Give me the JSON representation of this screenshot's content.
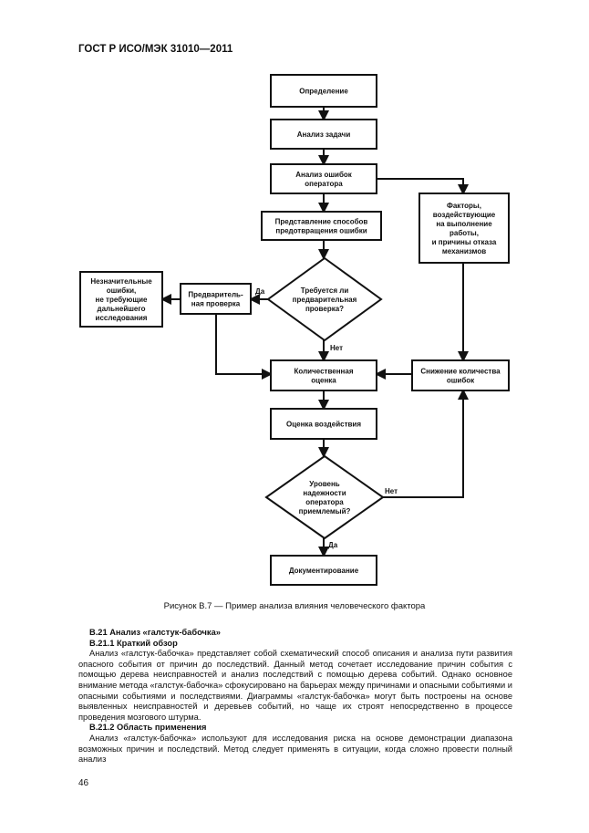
{
  "header": "ГОСТ Р ИСО/МЭК 31010—2011",
  "flowchart": {
    "definition": [
      "Определение"
    ],
    "task_analysis": [
      "Анализ задачи"
    ],
    "operator_error_analysis": [
      "Анализ ошибок",
      "оператора"
    ],
    "factors": [
      "Факторы,",
      "воздействующие",
      "на выполнение",
      "работы,",
      "и причины отказа",
      "механизмов"
    ],
    "error_prevention": [
      "Представление способов",
      "предотвращения ошибки"
    ],
    "decision_screening": [
      "Требуется ли",
      "предварительная",
      "проверка?"
    ],
    "screening": [
      "Предваритель-",
      "ная проверка"
    ],
    "minor_errors": [
      "Незначительные",
      "ошибки,",
      "не требующие",
      "дальнейшего",
      "исследования"
    ],
    "quantitative": [
      "Количественная",
      "оценка"
    ],
    "error_reduction": [
      "Снижение количества",
      "ошибок"
    ],
    "impact": [
      "Оценка воздействия"
    ],
    "decision_reliability": [
      "Уровень",
      "надежности",
      "оператора",
      "приемлемый?"
    ],
    "documentation": [
      "Документирование"
    ],
    "yes": "Да",
    "no": "Нет"
  },
  "caption": "Рисунок В.7 — Пример анализа влияния человеческого фактора",
  "sections": {
    "h1": "В.21 Анализ «галстук-бабочка»",
    "h2": "В.21.1 Краткий обзор",
    "p1": "Анализ «галстук-бабочка» представляет собой схематический способ описания и анализа пути развития опасного события от причин до последствий. Данный метод сочетает исследование причин события с помощью дерева неисправностей и анализ последствий с помощью дерева событий. Однако основное внимание метода «галстук-бабочка» сфокусировано на барьерах между причинами и опасными событиями и опасными событиями и последствиями. Диаграммы «галстук-бабочка» могут быть построены на основе выявленных неисправностей и деревьев событий, но чаще их строят непосредственно в процессе проведения мозгового штурма.",
    "h3": "В.21.2 Область применения",
    "p2": "Анализ «галстук-бабочка» используют для исследования риска на основе демонстрации диапазона возможных причин и последствий. Метод следует применять в ситуации, когда сложно провести полный анализ"
  },
  "page_number": "46"
}
